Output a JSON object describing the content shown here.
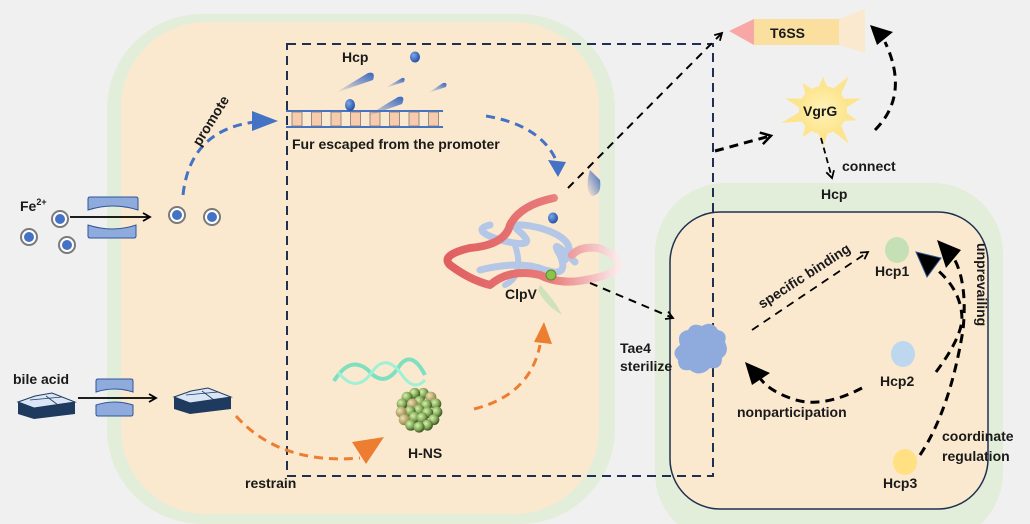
{
  "diagram": {
    "type": "biological-pathway",
    "colors": {
      "background": "#f0f0f0",
      "cell_wall": "#e2eed9",
      "cytoplasm": "#fbe9cf",
      "promote_arrow": "#4472c4",
      "restrain_arrow": "#ed7d31",
      "dashed_box": "#1f3050",
      "black_arrow": "#000000",
      "t6ss_body": "#fbdf9f",
      "t6ss_tip": "#f8a6a6",
      "vgrg": "#fde58f",
      "hcp1": "#c5e0b4",
      "hcp2": "#bdd7ee",
      "hcp3": "#ffe082",
      "tae4": "#8faadc"
    },
    "left_cell": {
      "inputs": {
        "iron_label": "Fe",
        "iron_charge": "2+",
        "bile_label": "bile acid"
      },
      "arrows": {
        "promote": "promote",
        "restrain": "restrain"
      },
      "dna": {
        "hcp_label": "Hcp",
        "caption": "Fur escaped from the promoter"
      },
      "clpv_label": "ClpV",
      "hns_label": "H-NS"
    },
    "secretion": {
      "t6ss_label": "T6SS",
      "vgrg_label": "VgrG",
      "connect_label": "connect",
      "hcp_label": "Hcp"
    },
    "right_cell": {
      "tae4_label": "Tae4",
      "sterilize_label": "sterilize",
      "specific_binding": "specific binding",
      "nonparticipation": "nonparticipation",
      "unprevailing": "unprevailing",
      "coordinate": "coordinate",
      "regulation": "regulation",
      "hcp1": "Hcp1",
      "hcp2": "Hcp2",
      "hcp3": "Hcp3"
    }
  }
}
